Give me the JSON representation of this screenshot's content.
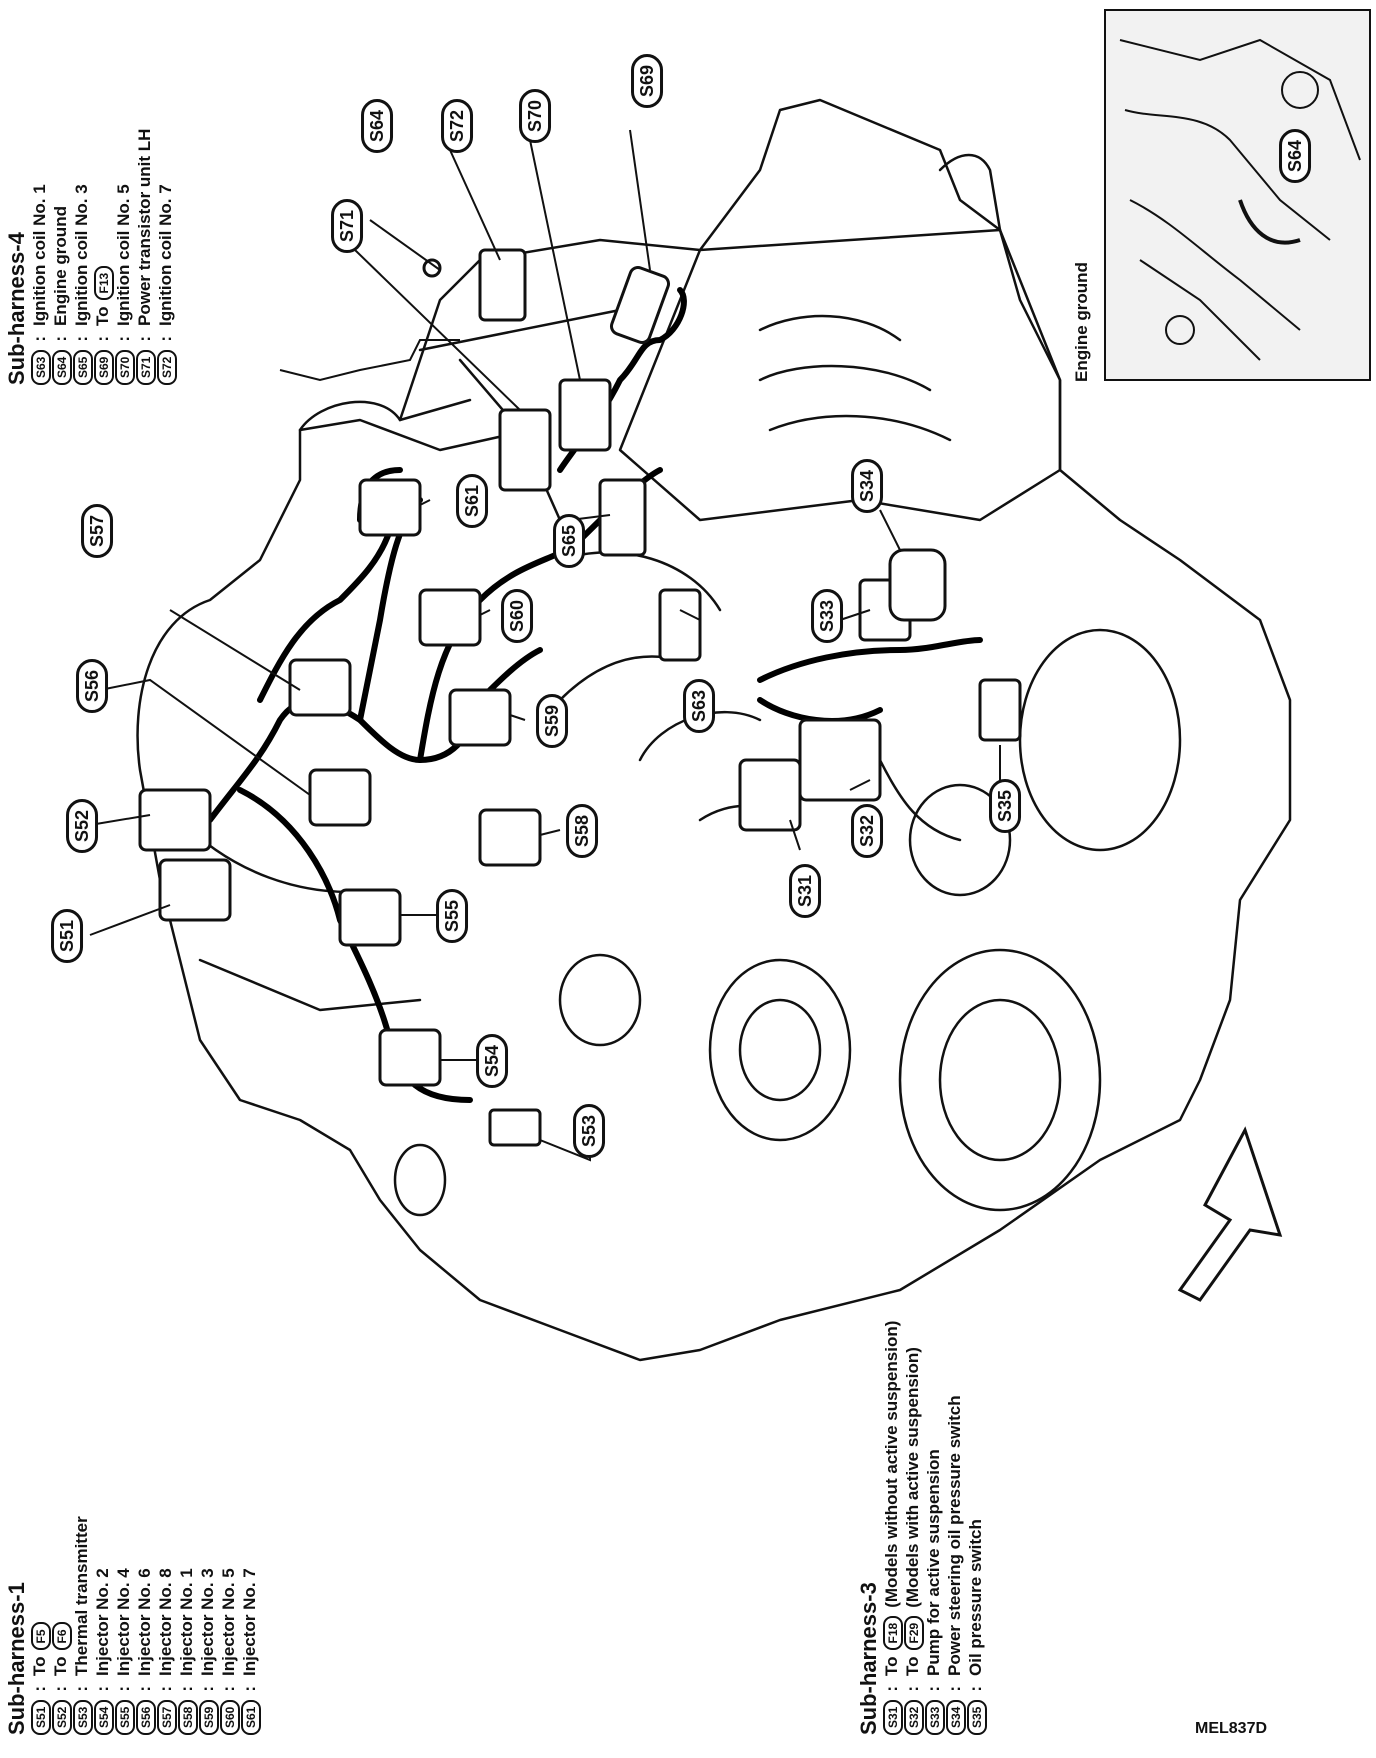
{
  "figure_id": "MEL837D",
  "inset": {
    "label": "Engine ground",
    "callout": "S64"
  },
  "legends": {
    "sub_harness_1": {
      "title": "Sub-harness-1",
      "rows": [
        {
          "code": "S51",
          "desc": "To",
          "ref": "F5"
        },
        {
          "code": "S52",
          "desc": "To",
          "ref": "F6"
        },
        {
          "code": "S53",
          "desc": "Thermal transmitter"
        },
        {
          "code": "S54",
          "desc": "Injector No. 2"
        },
        {
          "code": "S55",
          "desc": "Injector No. 4"
        },
        {
          "code": "S56",
          "desc": "Injector No. 6"
        },
        {
          "code": "S57",
          "desc": "Injector No. 8"
        },
        {
          "code": "S58",
          "desc": "Injector No. 1"
        },
        {
          "code": "S59",
          "desc": "Injector No. 3"
        },
        {
          "code": "S60",
          "desc": "Injector No. 5"
        },
        {
          "code": "S61",
          "desc": "Injector No. 7"
        }
      ]
    },
    "sub_harness_3": {
      "title": "Sub-harness-3",
      "rows": [
        {
          "code": "S31",
          "desc": "(Models without active suspension)",
          "ref": "F18",
          "prefix": "To"
        },
        {
          "code": "S32",
          "desc": "(Models with active suspension)",
          "ref": "F29",
          "prefix": "To"
        },
        {
          "code": "S33",
          "desc": "Pump for active suspension"
        },
        {
          "code": "S34",
          "desc": "Power steering oil pressure switch"
        },
        {
          "code": "S35",
          "desc": "Oil pressure switch"
        }
      ]
    },
    "sub_harness_4": {
      "title": "Sub-harness-4",
      "rows": [
        {
          "code": "S63",
          "desc": "Ignition coil No. 1"
        },
        {
          "code": "S64",
          "desc": "Engine ground"
        },
        {
          "code": "S65",
          "desc": "Ignition coil No. 3"
        },
        {
          "code": "S69",
          "desc": "To",
          "ref": "F13"
        },
        {
          "code": "S70",
          "desc": "Ignition coil No. 5"
        },
        {
          "code": "S71",
          "desc": "Power transistor unit LH"
        },
        {
          "code": "S72",
          "desc": "Ignition coil No. 7"
        }
      ]
    }
  },
  "callouts": {
    "S51": "S51",
    "S52": "S52",
    "S53": "S53",
    "S54": "S54",
    "S55": "S55",
    "S56": "S56",
    "S57": "S57",
    "S58": "S58",
    "S59": "S59",
    "S60": "S60",
    "S61": "S61",
    "S63": "S63",
    "S64": "S64",
    "S65": "S65",
    "S69": "S69",
    "S70": "S70",
    "S71": "S71",
    "S72": "S72",
    "S31": "S31",
    "S32": "S32",
    "S33": "S33",
    "S34": "S34",
    "S35": "S35"
  }
}
